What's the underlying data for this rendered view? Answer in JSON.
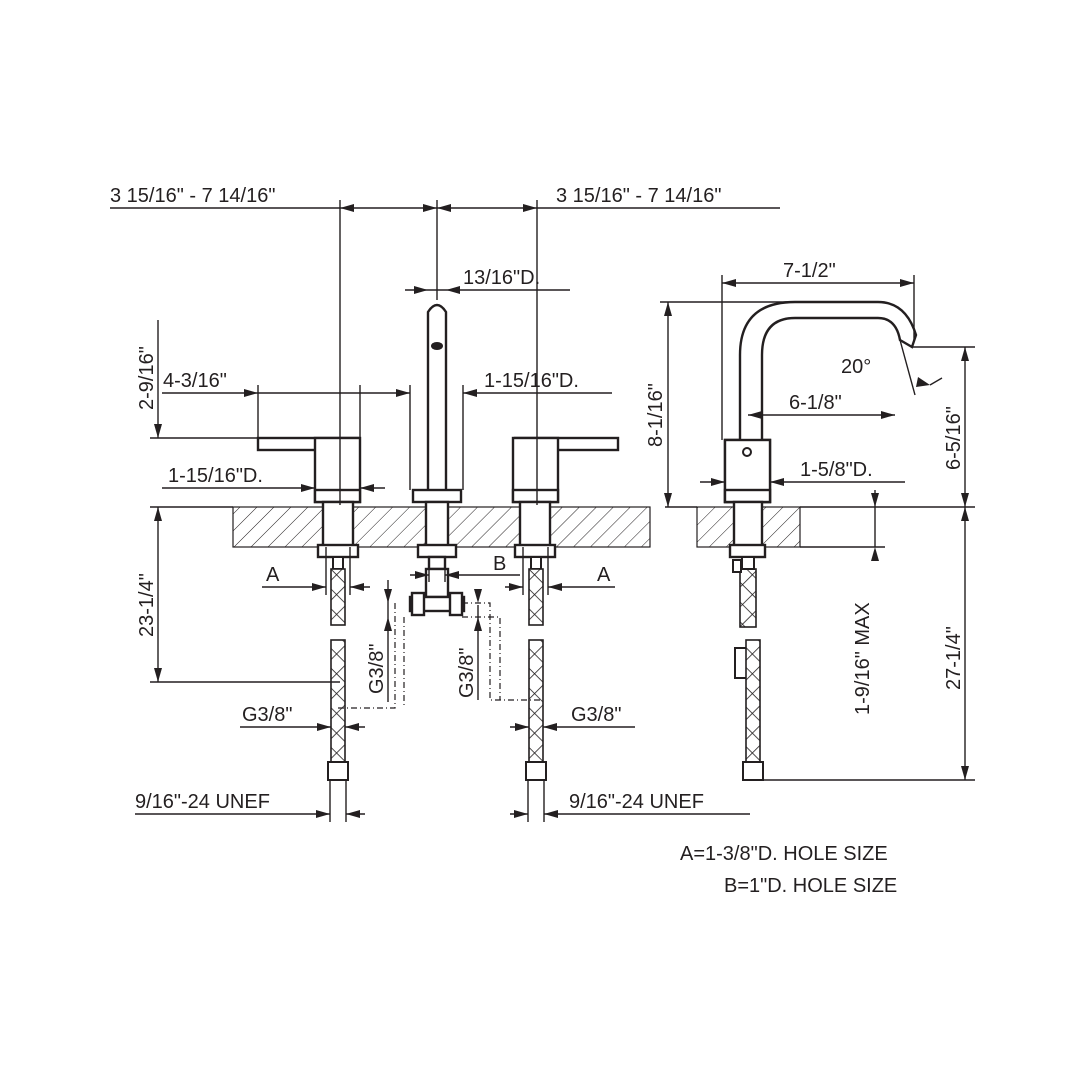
{
  "dimensions": {
    "spread_left": "3 15/16\" - 7 14/16\"",
    "spread_right": "3 15/16\" - 7 14/16\"",
    "spout_tip_diameter": "13/16\"D.",
    "spout_base_diameter": "1-15/16\"D.",
    "handle_height": "2-9/16\"",
    "handle_length": "4-3/16\"",
    "handle_base_diameter": "1-15/16\"D.",
    "below_deck_left": "23-1/4\"",
    "hole_a_left": "A",
    "hole_b": "B",
    "hole_a_right": "A",
    "outlet_left": "G3/8\"",
    "outlet_center": "G3/8\"",
    "inlet_left": "G3/8\"",
    "inlet_right": "G3/8\"",
    "thread_left": "9/16\"-24 UNEF",
    "thread_right": "9/16\"-24 UNEF",
    "spout_reach": "7-1/2\"",
    "spout_angle": "20°",
    "aerator_reach": "6-1/8\"",
    "spout_height": "8-1/16\"",
    "aerator_height": "6-5/16\"",
    "side_base_diameter": "1-5/8\"D.",
    "max_deck": "1-9/16\" MAX",
    "below_deck_right": "27-1/4\""
  },
  "notes": {
    "hole_a": "A=1-3/8\"D. HOLE SIZE",
    "hole_b": "B=1\"D. HOLE SIZE"
  }
}
